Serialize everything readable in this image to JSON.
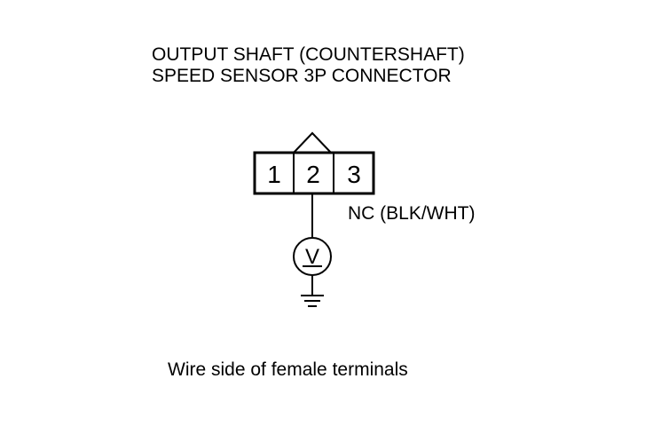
{
  "title": {
    "line1": "OUTPUT SHAFT (COUNTERSHAFT)",
    "line2": "SPEED SENSOR 3P CONNECTOR"
  },
  "connector": {
    "pins": [
      "1",
      "2",
      "3"
    ],
    "measured_pin": "2"
  },
  "wire": {
    "label": "NC (BLK/WHT)"
  },
  "meter": {
    "symbol": "V",
    "icon": "voltmeter-icon"
  },
  "ground": {
    "icon": "ground-icon"
  },
  "caption": "Wire side of female terminals"
}
